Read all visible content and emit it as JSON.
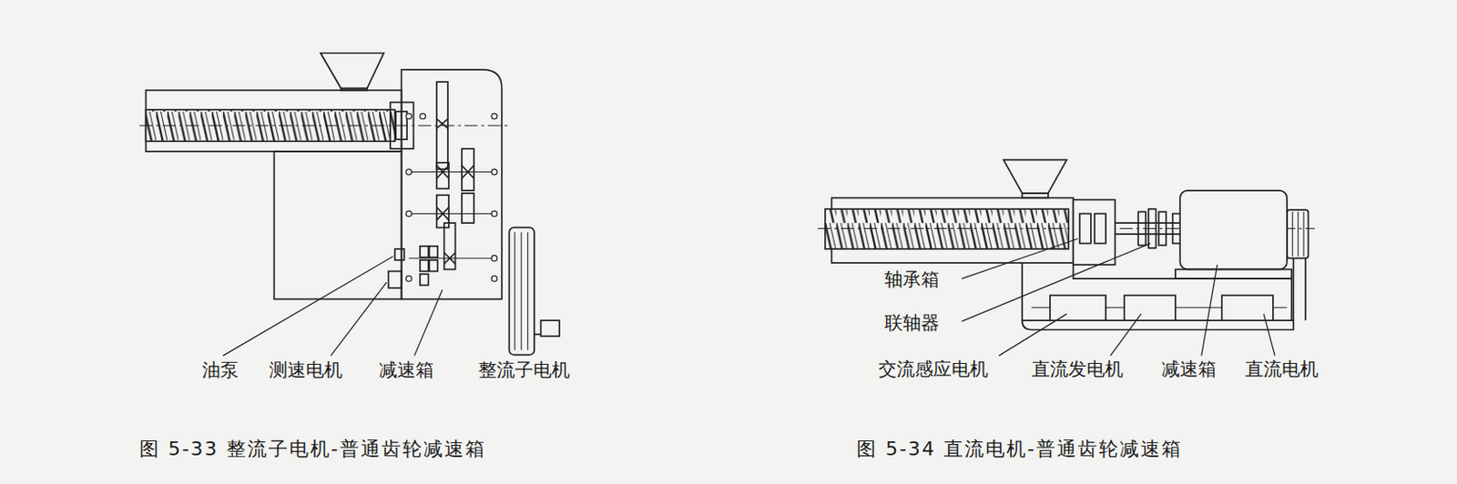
{
  "diagram": {
    "labels": [
      "油泵",
      "测速电机",
      "减速箱",
      "整流子电机",
      "轴承箱",
      "联轴器",
      "交流感应电机",
      "直流发电机",
      "减速箱",
      "直流电机",
      "图 5-33 整流子电机-普通齿轮减速箱",
      "图 5-34 直流电机-普通齿轮减速箱"
    ]
  }
}
